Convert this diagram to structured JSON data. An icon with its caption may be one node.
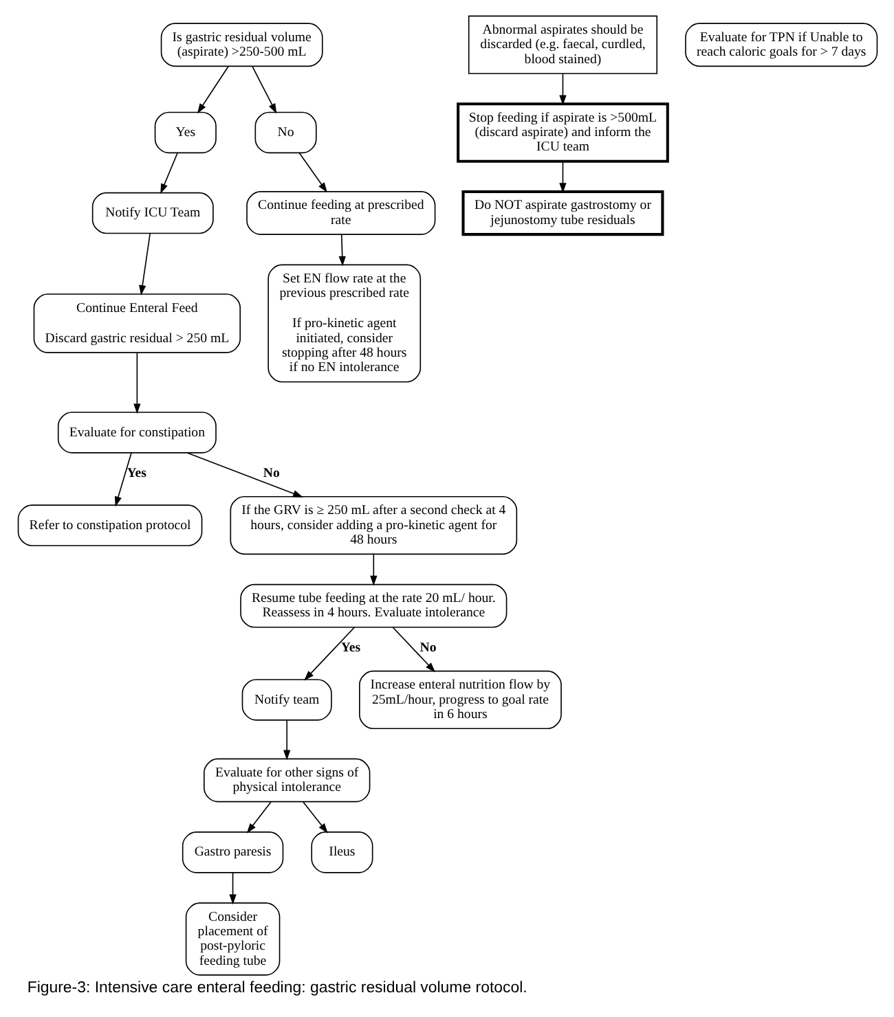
{
  "diagram": {
    "caption": "Figure-3: Intensive care enteral feeding: gastric residual volume rotocol.",
    "nodes": [
      {
        "text": [
          "Is gastric residual volume (aspirate) >250-500 mL"
        ]
      },
      {
        "text": [
          "Yes"
        ]
      },
      {
        "text": [
          "No"
        ]
      },
      {
        "text": [
          "Notify ICU Team"
        ]
      },
      {
        "text": [
          "Continue feeding at prescribed rate"
        ]
      },
      {
        "text": [
          "Continue Enteral Feed",
          "Discard gastric residual > 250 mL"
        ]
      },
      {
        "text": [
          "Set EN flow rate at the previous prescribed rate",
          "If pro-kinetic agent initiated, consider stopping after 48 hours if no EN intolerance"
        ]
      },
      {
        "text": [
          "Evaluate for constipation"
        ]
      },
      {
        "text": [
          "Refer to constipation protocol"
        ]
      },
      {
        "text": [
          "If the GRV is ≥ 250 mL after a second check at 4 hours, consider adding a pro-kinetic agent for 48 hours"
        ]
      },
      {
        "text": [
          "Consider placement of post-pyloric feeding tube"
        ]
      },
      {
        "text": [
          "Abnormal aspirates should be discarded (e.g. faecal, curdled, blood stained)"
        ]
      },
      {
        "text": [
          "Resume tube feeding at the rate 20 mL/ hour. Reassess in 4 hours. Evaluate intolerance"
        ]
      },
      {
        "text": [
          "Stop feeding if aspirate is >500mL (discard aspirate) and inform the ICU team"
        ]
      },
      {
        "text": [
          "Notify team"
        ]
      },
      {
        "text": [
          "Increase enteral nutrition flow by 25mL/hour, progress to goal rate in 6 hours"
        ]
      },
      {
        "text": [
          "Do NOT aspirate gastrostomy or jejunostomy tube residuals"
        ]
      },
      {
        "text": [
          "Evaluate for other signs of physical intolerance"
        ]
      },
      {
        "text": [
          "Evaluate for TPN if Unable to reach caloric goals for > 7 days"
        ]
      },
      {
        "text": [
          "Gastro paresis"
        ]
      },
      {
        "text": [
          "Ileus"
        ]
      }
    ],
    "edges": [
      {
        "from": 0,
        "to": 1,
        "arrow": "to"
      },
      {
        "from": 0,
        "to": 2,
        "arrow": "to"
      },
      {
        "from": 1,
        "to": 3,
        "arrow": "to"
      },
      {
        "from": 2,
        "to": 4,
        "arrow": "to"
      },
      {
        "from": 3,
        "to": 5,
        "arrow": "to"
      },
      {
        "from": 4,
        "to": 6,
        "arrow": "to"
      },
      {
        "from": 5,
        "to": 7,
        "arrow": "to"
      },
      {
        "from": 7,
        "to": 8,
        "arrow": "to",
        "label": "Yes"
      },
      {
        "from": 7,
        "to": 9,
        "arrow": "to",
        "label": "No"
      },
      {
        "from": 9,
        "to": 12,
        "arrow": "to"
      },
      {
        "from": 12,
        "to": 14,
        "arrow": "to",
        "label": "Yes"
      },
      {
        "from": 12,
        "to": 15,
        "arrow": "to",
        "label": "No"
      },
      {
        "from": 14,
        "to": 17,
        "arrow": "to"
      },
      {
        "from": 17,
        "to": 19,
        "arrow": "to"
      },
      {
        "from": 17,
        "to": 20,
        "arrow": "to"
      },
      {
        "from": 19,
        "to": 10,
        "arrow": "to"
      },
      {
        "from": 11,
        "to": 13,
        "arrow": "to"
      },
      {
        "from": 13,
        "to": 16,
        "arrow": "to"
      }
    ]
  }
}
